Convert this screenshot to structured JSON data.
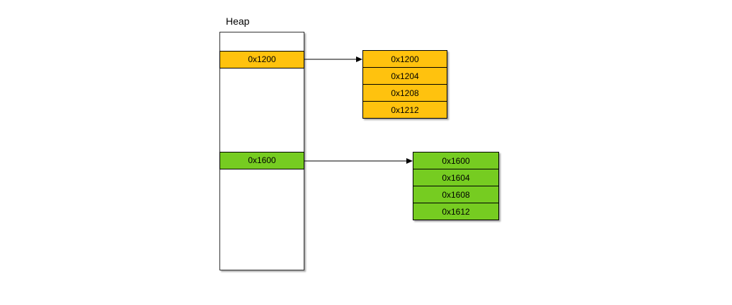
{
  "diagram": {
    "title": "Heap",
    "colors": {
      "allocated_orange": "#FFC20E",
      "allocated_green": "#76CC21",
      "border": "#000000",
      "arrow": "#333333",
      "background": "#ffffff"
    },
    "heap_column": {
      "cells": [
        {
          "label": "0x1200",
          "color_name": "orange"
        },
        {
          "label": "0x1600",
          "color_name": "green"
        }
      ]
    },
    "memory_blocks": [
      {
        "id": "block-0x1200",
        "color_name": "orange",
        "cells": [
          "0x1200",
          "0x1204",
          "0x1208",
          "0x1212"
        ]
      },
      {
        "id": "block-0x1600",
        "color_name": "green",
        "cells": [
          "0x1600",
          "0x1604",
          "0x1608",
          "0x1612"
        ]
      }
    ]
  }
}
